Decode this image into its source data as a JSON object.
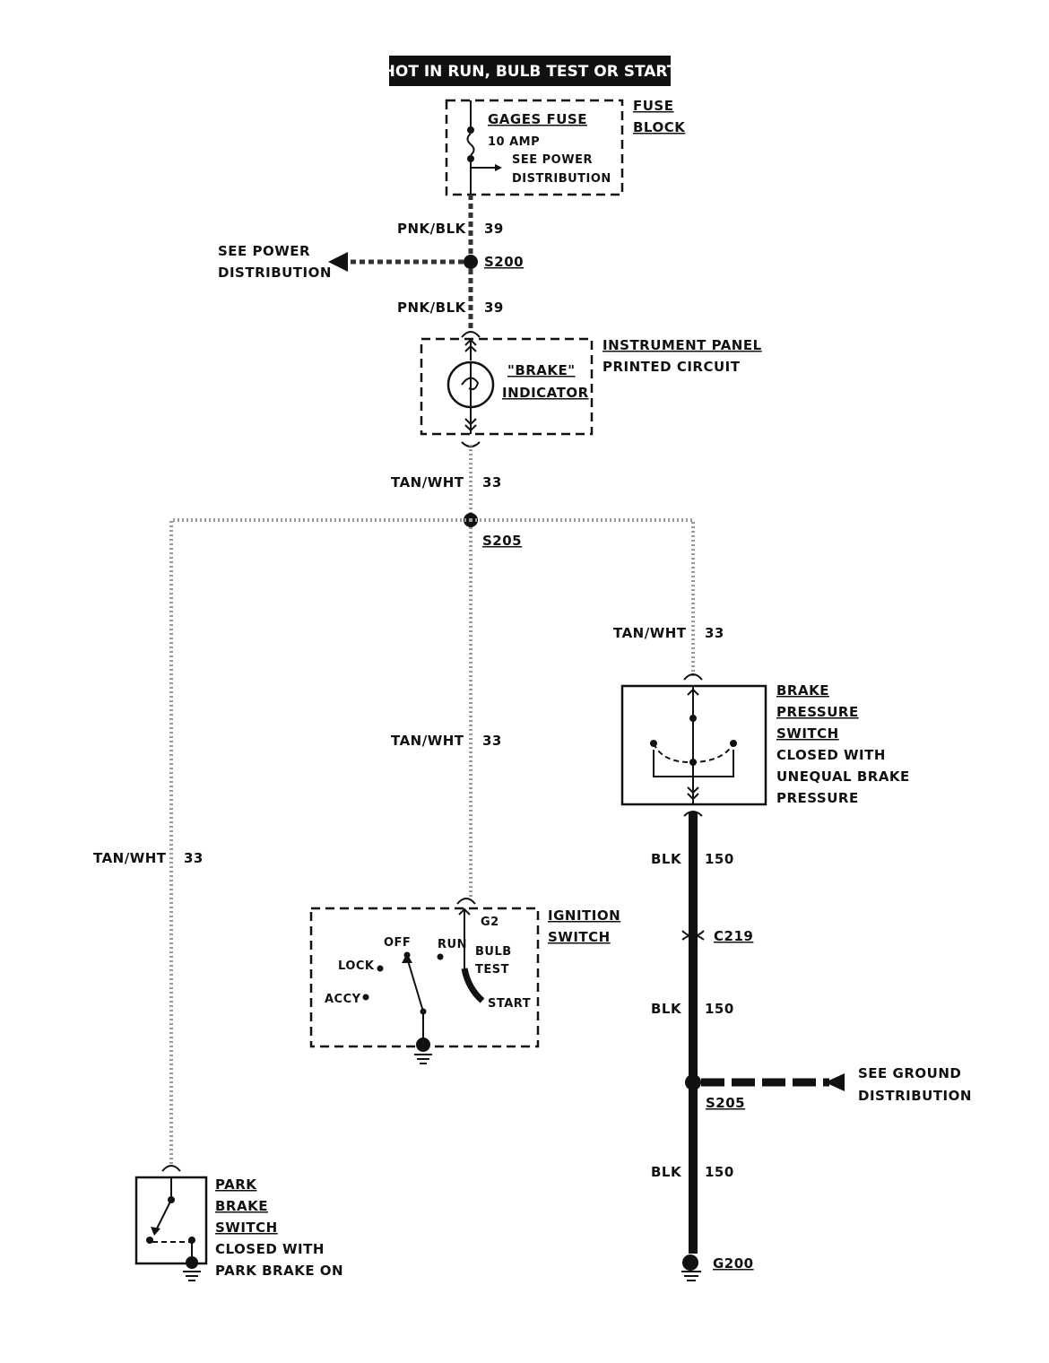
{
  "header": {
    "text": "HOT IN RUN, BULB TEST OR START"
  },
  "fuse_block": {
    "fuse_name": "GAGES FUSE",
    "fuse_rating": "10 AMP",
    "see_power_line1": "SEE POWER",
    "see_power_line2": "DISTRIBUTION",
    "block_label_line1": "FUSE",
    "block_label_line2": "BLOCK"
  },
  "wires": {
    "pnk_blk": "PNK/BLK",
    "ckt_39": "39",
    "tan_wht": "TAN/WHT",
    "ckt_33": "33",
    "blk": "BLK",
    "ckt_150": "150"
  },
  "splices": {
    "s200": "S200",
    "s205": "S205",
    "s205_ground": "S205",
    "c219": "C219",
    "g200": "G200"
  },
  "power_dist": {
    "line1": "SEE POWER",
    "line2": "DISTRIBUTION"
  },
  "instrument_panel": {
    "label_line1": "INSTRUMENT PANEL",
    "label_line2": "PRINTED CIRCUIT",
    "indicator_line1": "\"BRAKE\"",
    "indicator_line2": "INDICATOR"
  },
  "brake_pressure_switch": {
    "line1": "BRAKE",
    "line2": "PRESSURE",
    "line3": "SWITCH",
    "line4": "CLOSED WITH",
    "line5": "UNEQUAL BRAKE",
    "line6": "PRESSURE"
  },
  "ignition_switch": {
    "label_line1": "IGNITION",
    "label_line2": "SWITCH",
    "terminal": "G2",
    "off": "OFF",
    "run": "RUN",
    "lock": "LOCK",
    "accy": "ACCY",
    "bulb_line1": "BULB",
    "bulb_line2": "TEST",
    "start": "START"
  },
  "ground_dist": {
    "line1": "SEE GROUND",
    "line2": "DISTRIBUTION"
  },
  "park_brake_switch": {
    "line1": "PARK",
    "line2": "BRAKE",
    "line3": "SWITCH",
    "line4": "CLOSED WITH",
    "line5": "PARK BRAKE ON"
  }
}
